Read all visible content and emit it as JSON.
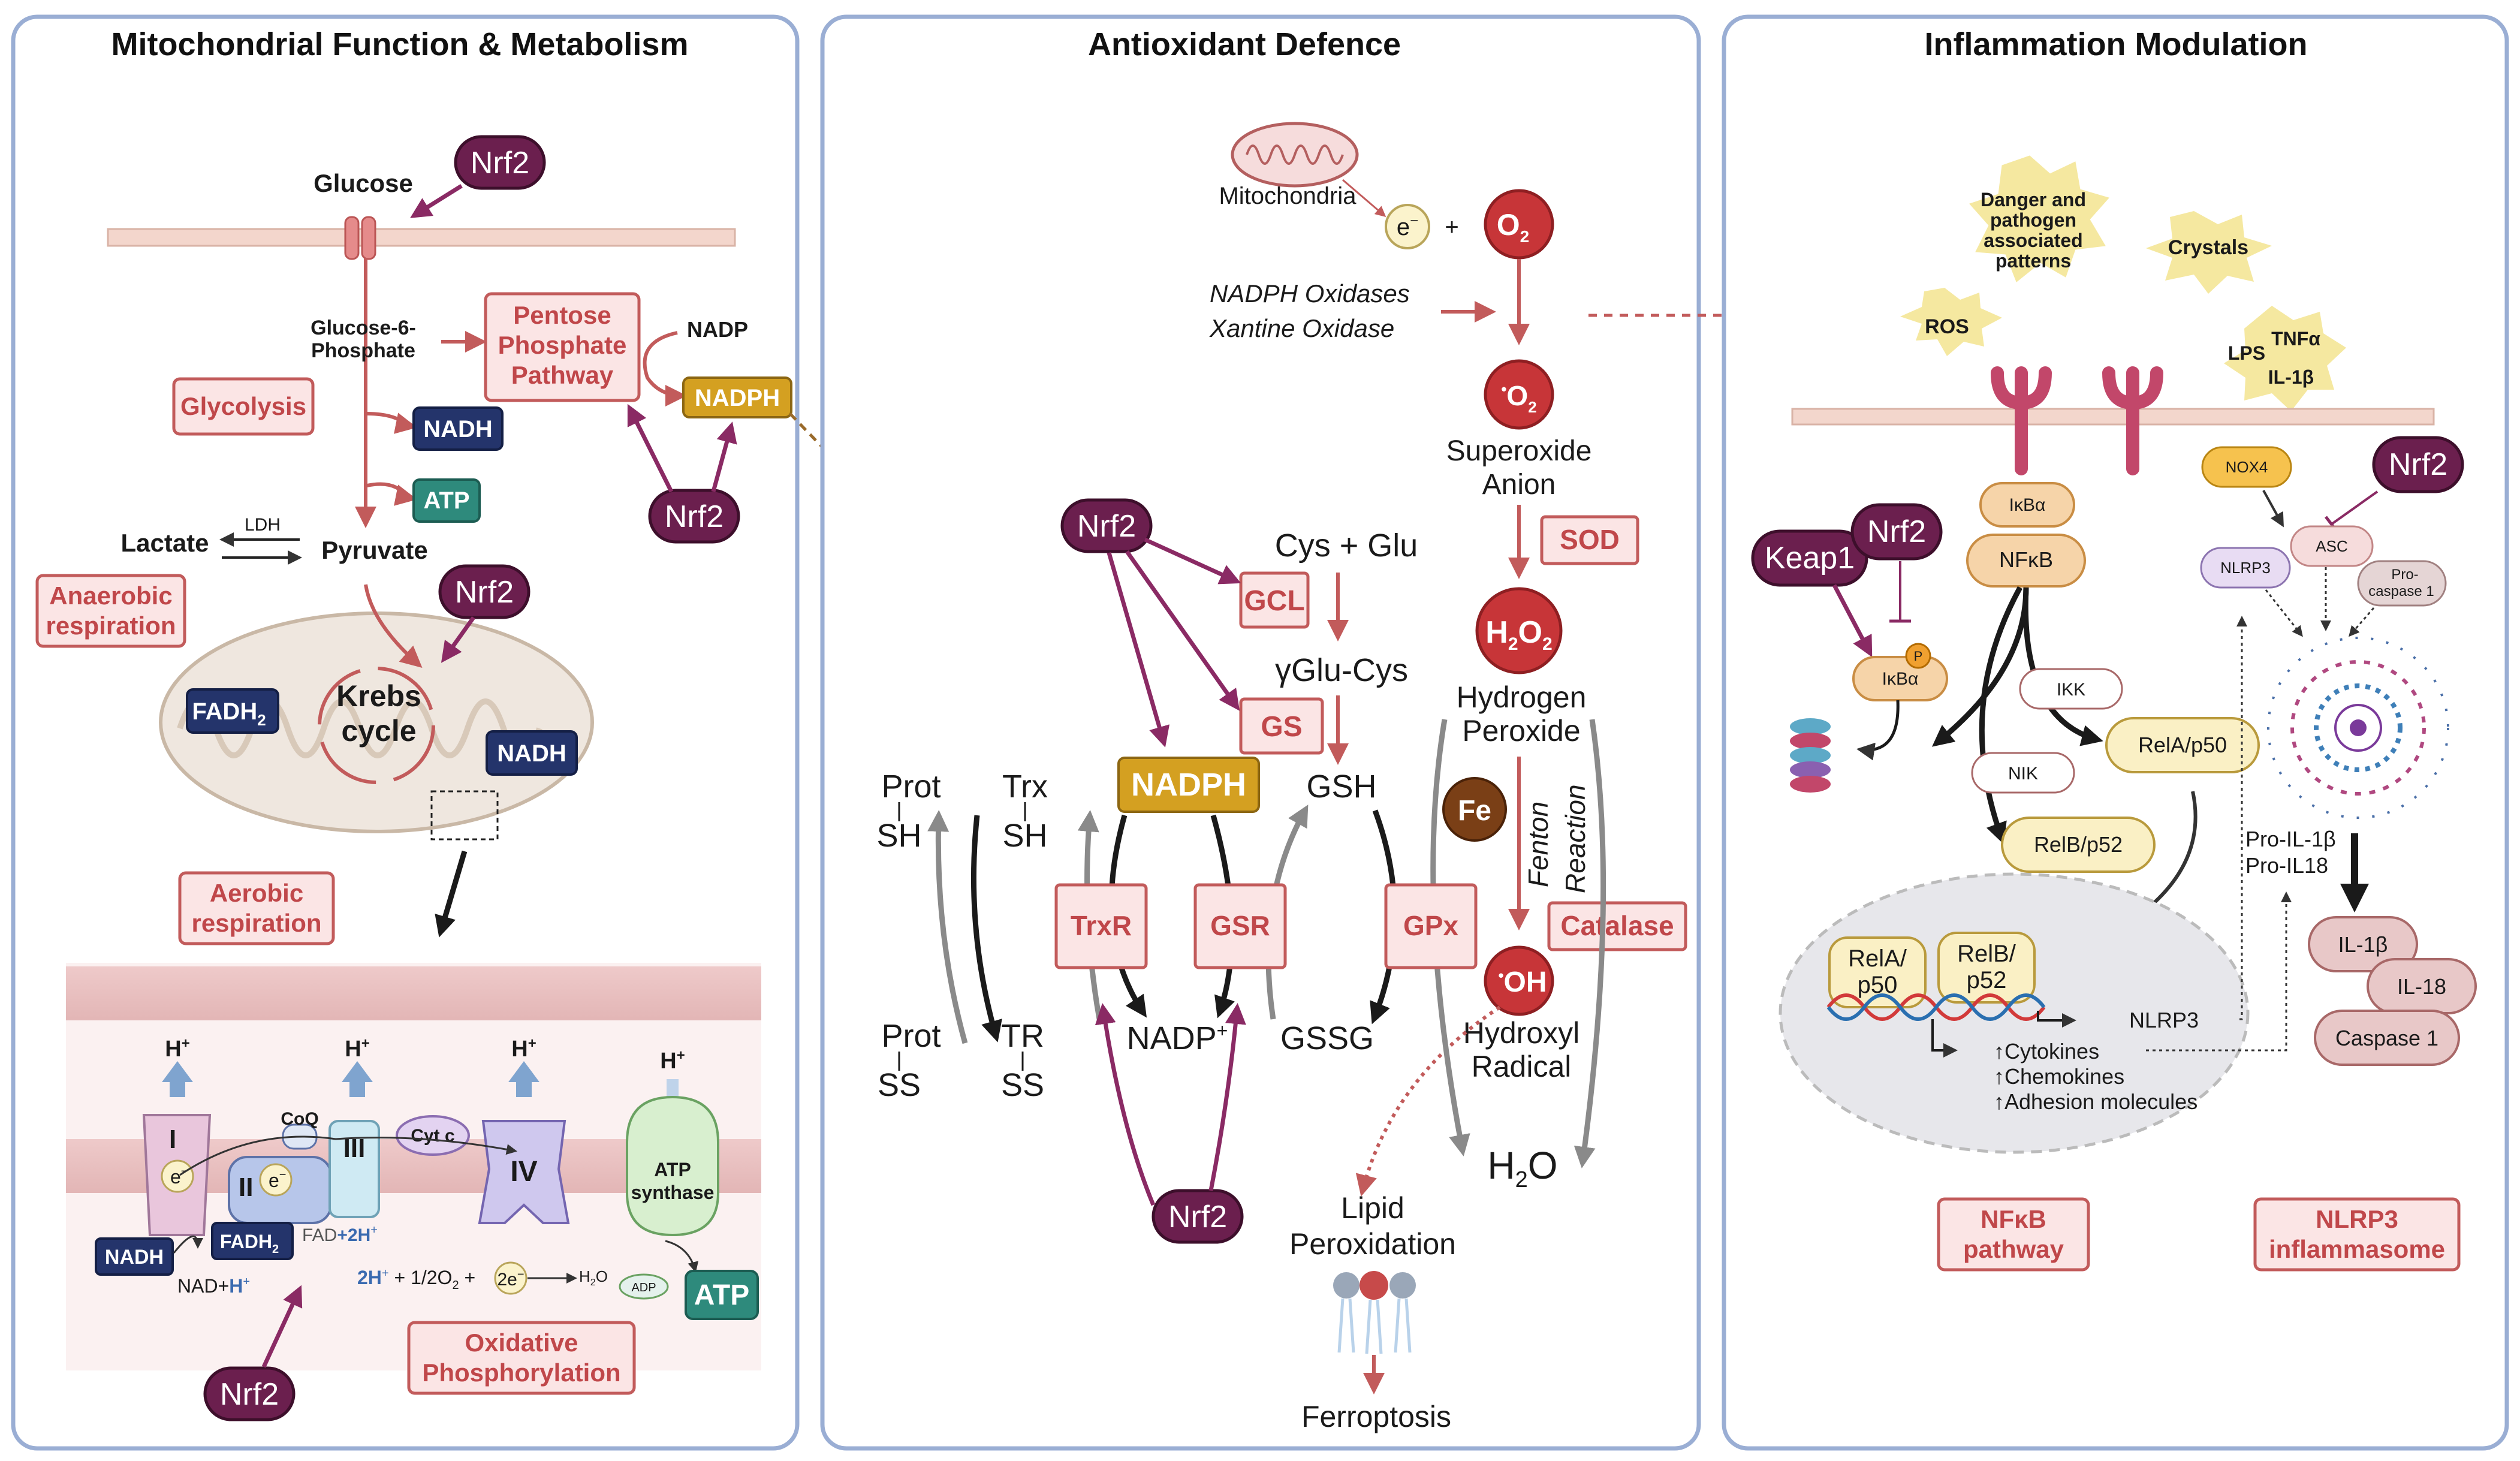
{
  "panels": {
    "mito": {
      "title": "Mitochondrial Function & Metabolism",
      "glucose": "Glucose",
      "g6p_line1": "Glucose-6-",
      "g6p_line2": "Phosphate",
      "ppp_line1": "Pentose",
      "ppp_line2": "Phosphate",
      "ppp_line3": "Pathway",
      "nadp": "NADP",
      "nadph": "NADPH",
      "glycolysis": "Glycolysis",
      "nadh": "NADH",
      "atp": "ATP",
      "lactate": "Lactate",
      "ldh": "LDH",
      "pyruvate": "Pyruvate",
      "anaerobic_line1": "Anaerobic",
      "anaerobic_line2": "respiration",
      "fadh2": "FADH",
      "fadh2_sub": "2",
      "krebs_line1": "Krebs",
      "krebs_line2": "cycle",
      "aerobic_line1": "Aerobic",
      "aerobic_line2": "respiration",
      "hplus": "H",
      "hplus_sup": "+",
      "complex_i": "I",
      "complex_ii": "II",
      "complex_iii": "III",
      "complex_iv": "IV",
      "coq": "CoQ",
      "cytc": "Cyt c",
      "e_minus": "e",
      "atp_synthase_line1": "ATP",
      "atp_synthase_line2": "synthase",
      "fad_label": "FAD",
      "plus_2h": "+2H",
      "nad_label": "NAD+",
      "h_label": "H",
      "eq_2h": "2H",
      "eq_o2": " + 1/2O",
      "eq_plus": " +",
      "eq_2e": "2e",
      "eq_h2o": "H",
      "eq_h2o_tail": "O",
      "adp": "ADP",
      "oxphos_line1": "Oxidative",
      "oxphos_line2": "Phosphorylation",
      "nrf2": "Nrf2"
    },
    "antiox": {
      "title": "Antioxidant Defence",
      "mitochondria": "Mitochondria",
      "e": "e",
      "plus": "+",
      "o2": "O",
      "o2_sub": "2",
      "nadph_oxidases": "NADPH Oxidases",
      "xantine_oxidase": "Xantine Oxidase",
      "superoxide_line1": "Superoxide",
      "superoxide_line2": "Anion",
      "sod": "SOD",
      "h2o2": "H",
      "h2o2_mid": "2",
      "h2o2_o": "O",
      "hydrogen_line1": "Hydrogen",
      "hydrogen_line2": "Peroxide",
      "fe": "Fe",
      "fenton_line1": "Fenton",
      "fenton_line2": "Reaction",
      "catalase": "Catalase",
      "oh": "OH",
      "hydroxyl_line1": "Hydroxyl",
      "hydroxyl_line2": "Radical",
      "h2o": "H",
      "h2o_sub": "2",
      "h2o_o": "O",
      "lipid_line1": "Lipid",
      "lipid_line2": "Peroxidation",
      "ferroptosis": "Ferroptosis",
      "cysglu": "Cys + Glu",
      "gcl": "GCL",
      "gglucys": "γGlu-Cys",
      "gs": "GS",
      "gsh": "GSH",
      "nadph": "NADPH",
      "prot_sh_1": "Prot",
      "prot_sh_2": "SH",
      "trx_sh_1": "Trx",
      "trx_sh_2": "SH",
      "trxr": "TrxR",
      "gsr": "GSR",
      "gpx": "GPx",
      "prot_ss_1": "Prot",
      "prot_ss_2": "SS",
      "tr_ss_1": "TR",
      "tr_ss_2": "SS",
      "nadp_plus": "NADP",
      "gssg": "GSSG",
      "nrf2": "Nrf2"
    },
    "inflam": {
      "title": "Inflammation Modulation",
      "danger_1": "Danger and",
      "danger_2": "pathogen",
      "danger_3": "associated",
      "danger_4": "patterns",
      "crystals": "Crystals",
      "ros": "ROS",
      "lps": "LPS",
      "tnfa": "TNFα",
      "il1b": "IL-1β",
      "nox4": "NOX4",
      "nrf2": "Nrf2",
      "keap1": "Keap1",
      "ikba": "IκBα",
      "nfkb": "NFκB",
      "p": "P",
      "ikk": "IKK",
      "nik": "NIK",
      "rela_p50": "RelA/p50",
      "relb_p52": "RelB/p52",
      "nlrp3": "NLRP3",
      "asc": "ASC",
      "procasp_1": "Pro-",
      "procasp_2": "caspase 1",
      "pro_il1b": "Pro-IL-1β",
      "pro_il18": "Pro-IL18",
      "il1b_out": "IL-1β",
      "il18_out": "IL-18",
      "caspase1": "Caspase 1",
      "rela_1": "RelA/",
      "rela_2": "p50",
      "relb_1": "RelB/",
      "relb_2": "p52",
      "nlrp3_gene": "NLRP3",
      "cytokines": "↑Cytokines",
      "chemokines": "↑Chemokines",
      "adhesion": "↑Adhesion molecules",
      "nfkb_path_1": "NFκB",
      "nfkb_path_2": "pathway",
      "nlrp3_inf_1": "NLRP3",
      "nlrp3_inf_2": "inflammasome"
    }
  },
  "colors": {
    "panel_border": "#9aaed4",
    "nrf2": "#6b1f4e",
    "accent_red": "#c0474a",
    "navy": "#24346b",
    "teal": "#2e8a7c",
    "gold": "#d4a021"
  }
}
